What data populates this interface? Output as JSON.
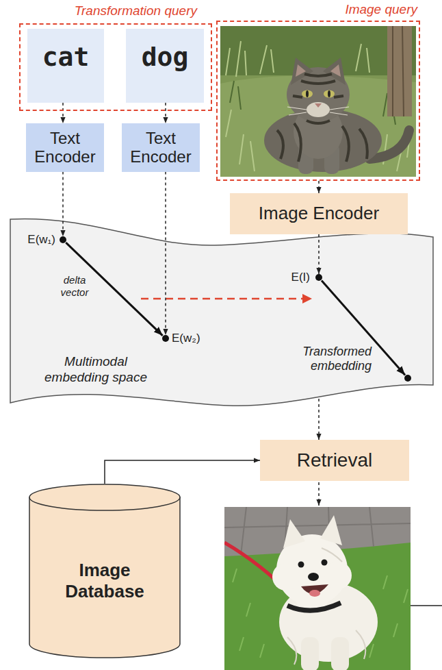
{
  "diagram": {
    "nodes": [
      {
        "text": [
          "Transformation query"
        ]
      },
      {
        "text": [
          "cat"
        ],
        "in": 0
      },
      {
        "text": [
          "dog"
        ],
        "in": 0
      },
      {
        "text": [
          "Image query"
        ]
      },
      {
        "text": [
          "Text Encoder"
        ]
      },
      {
        "text": [
          "Text Encoder"
        ]
      },
      {
        "text": [
          "Image Encoder"
        ]
      },
      {
        "text": [
          "Multimodal embedding space"
        ]
      },
      {
        "text": [
          "E(w₁)"
        ],
        "in": 7
      },
      {
        "text": [
          "E(w₂)"
        ],
        "in": 7
      },
      {
        "text": [
          "E(I)"
        ],
        "in": 7
      },
      {
        "text": [
          "Transformed embedding"
        ],
        "in": 7
      },
      {
        "text": [
          "Retrieval"
        ]
      },
      {
        "text": [
          "Image Database"
        ]
      }
    ],
    "edges": [
      {
        "from": 1,
        "to": 4,
        "arrow": "to"
      },
      {
        "from": 2,
        "to": 5,
        "arrow": "to"
      },
      {
        "from": 3,
        "to": 6,
        "arrow": "to"
      },
      {
        "from": 4,
        "to": 8,
        "arrow": "to"
      },
      {
        "from": 5,
        "to": 9,
        "arrow": "to"
      },
      {
        "from": 6,
        "to": 10,
        "arrow": "to"
      },
      {
        "from": 8,
        "to": 9,
        "label": "delta vector",
        "arrow": "to"
      },
      {
        "from": 10,
        "to": 11,
        "arrow": "to"
      },
      {
        "from": 7,
        "to": 12,
        "arrow": "to"
      },
      {
        "from": 13,
        "to": 12,
        "arrow": "to"
      }
    ]
  }
}
